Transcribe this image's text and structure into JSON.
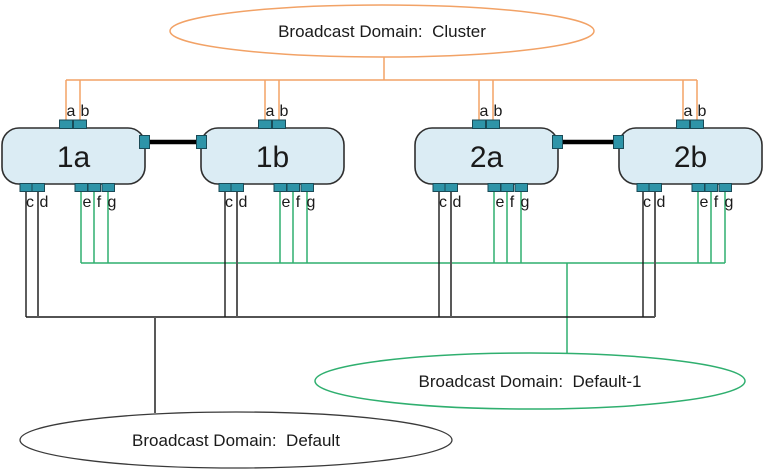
{
  "colors": {
    "cluster": "#F2A266",
    "default1": "#2FAF6F",
    "default_ellipse": "#3A3A3A",
    "node_fill": "#DBECF4",
    "node_border": "#2F2F2F",
    "port_fill": "#2E94A8",
    "port_border": "#1A4A56",
    "node_link": "#000000",
    "wire_black": "#1A1A1A",
    "wire_gray": "#595959"
  },
  "domains": {
    "cluster": {
      "label": "Broadcast Domain:  Cluster"
    },
    "default1": {
      "label": "Broadcast Domain:  Default-1"
    },
    "default": {
      "label": "Broadcast Domain:  Default"
    }
  },
  "nodes": [
    {
      "id": "1a",
      "label": "1a",
      "top_ports": [
        "a",
        "b"
      ],
      "bottom_ports": [
        "c",
        "d",
        "e",
        "f",
        "g"
      ]
    },
    {
      "id": "1b",
      "label": "1b",
      "top_ports": [
        "a",
        "b"
      ],
      "bottom_ports": [
        "c",
        "d",
        "e",
        "f",
        "g"
      ]
    },
    {
      "id": "2a",
      "label": "2a",
      "top_ports": [
        "a",
        "b"
      ],
      "bottom_ports": [
        "c",
        "d",
        "e",
        "f",
        "g"
      ]
    },
    {
      "id": "2b",
      "label": "2b",
      "top_ports": [
        "a",
        "b"
      ],
      "bottom_ports": [
        "c",
        "d",
        "e",
        "f",
        "g"
      ]
    }
  ]
}
